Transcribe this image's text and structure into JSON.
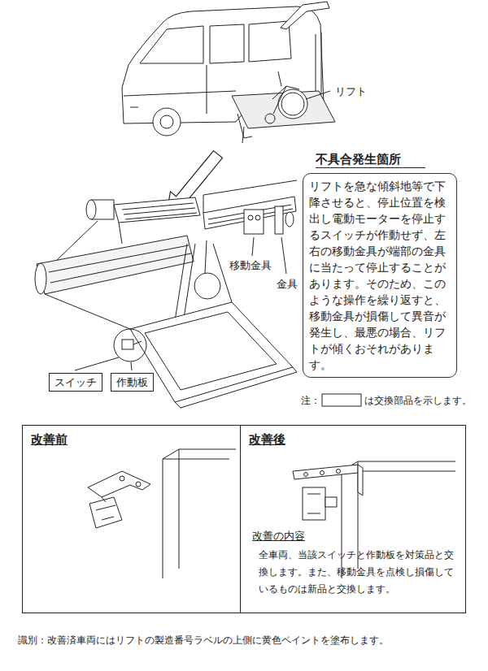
{
  "diagram": {
    "nodes": [
      {
        "text": [
          "不具合発生箇所",
          "リフトを急な傾斜地等で下降させると、停止位置を検出し電動モーターを停止するスイッチが作動せず、左右の移動金具が端部の金具に当たって停止することがあります。そのため、このような操作を繰り返すと、移動金具が損傷して異音が発生し、最悪の場合、リフトが傾くおそれがあります。"
        ]
      },
      {
        "text": [
          "スイッチ"
        ]
      },
      {
        "text": [
          "作動板"
        ]
      },
      {
        "text": [
          "改善前"
        ]
      },
      {
        "text": [
          "改善後",
          "改善の内容",
          "全車両、当該スイッチと作動板を対策品と交換します。また、移動金具を点検し損傷しているものは新品と交換します。"
        ]
      }
    ],
    "labels": [
      "リフト",
      "移動金具",
      "金具",
      "注：",
      "は交換部品を示します。",
      "識別：改善済車両にはリフトの製造番号ラベルの上側に黄色ペイントを塗布します。"
    ]
  }
}
